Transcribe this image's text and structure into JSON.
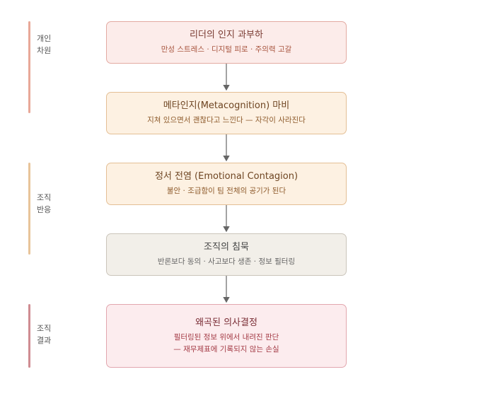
{
  "groups": [
    {
      "label": "개인\n차원",
      "color": "#e8a898"
    },
    {
      "label": "조직\n반응",
      "color": "#e8c49a"
    },
    {
      "label": "조직\n결과",
      "color": "#cf8c92"
    }
  ],
  "nodes": [
    {
      "title": "리더의 인지 과부하",
      "sub": "만성 스트레스 · 디지털 피로 · 주의력 고갈",
      "bg": "#fcecea",
      "border": "#e3aaa2",
      "title_color": "#7a3b32",
      "sub_color": "#a8553f"
    },
    {
      "title": "메타인지(Metacognition) 마비",
      "sub": "지쳐 있으면서 괜찮다고 느낀다 — 자각이 사라진다",
      "bg": "#fdf1e2",
      "border": "#e4bf95",
      "title_color": "#6e4522",
      "sub_color": "#8e5b2c"
    },
    {
      "title": "정서 전염 (Emotional Contagion)",
      "sub": "불안 · 조급함이 팀 전체의 공기가 된다",
      "bg": "#fdf1e2",
      "border": "#e4bf95",
      "title_color": "#6e4522",
      "sub_color": "#8e5b2c"
    },
    {
      "title": "조직의 침묵",
      "sub": "반론보다 동의 · 사고보다 생존 · 정보 필터링",
      "bg": "#f2efe9",
      "border": "#cbc5bb",
      "title_color": "#444444",
      "sub_color": "#666666"
    },
    {
      "title": "왜곡된 의사결정",
      "sub": "필터링된 정보 위에서 내려진 판단",
      "sub2": "— 재무제표에 기록되지 않는 손실",
      "bg": "#fcecee",
      "border": "#e2a6ae",
      "title_color": "#7a2e36",
      "sub_color": "#a43c46"
    }
  ],
  "arrow_color": "#666666"
}
